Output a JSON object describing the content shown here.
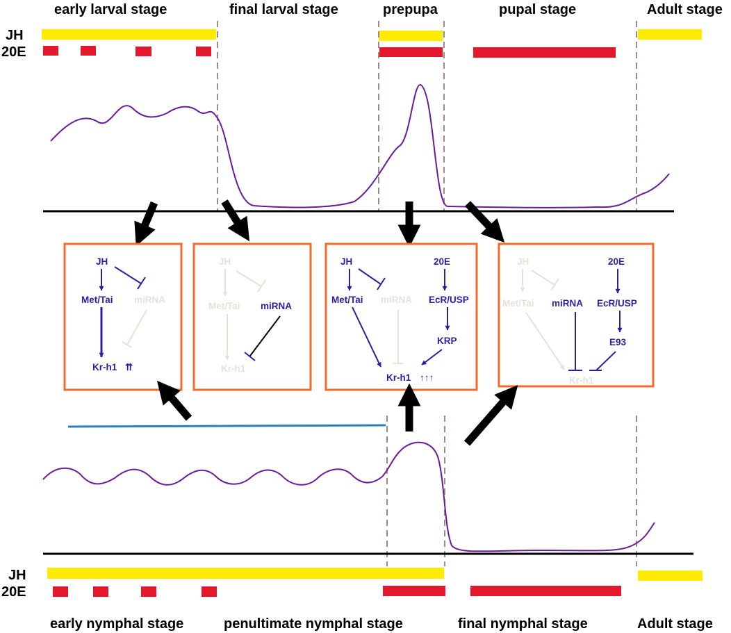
{
  "top": {
    "stages": [
      "early larval stage",
      "final larval stage",
      "prepupa",
      "pupal stage",
      "Adult stage"
    ],
    "jh_label": "JH",
    "e20_label": "20E"
  },
  "bottom": {
    "stages": [
      "early nymphal stage",
      "penultimate nymphal stage",
      "final nymphal stage",
      "Adult stage"
    ],
    "jh_label": "JH",
    "e20_label": "20E"
  },
  "boxes": [
    {
      "jh": "JH",
      "met": "Met/Tai",
      "mirna": "miRNA",
      "kr": "Kr-h1",
      "kr_arrows": "⇈"
    },
    {
      "jh": "JH",
      "met": "Met/Tai",
      "mirna": "miRNA",
      "kr": "Kr-h1"
    },
    {
      "jh": "JH",
      "met": "Met/Tai",
      "mirna": "miRNA",
      "e20": "20E",
      "ecr": "EcR/USP",
      "krp": "KRP",
      "kr": "Kr-h1",
      "kr_arrows": "↑↑↑"
    },
    {
      "jh": "JH",
      "met": "Met/Tai",
      "mirna": "miRNA",
      "e20": "20E",
      "ecr": "EcR/USP",
      "e93": "E93",
      "kr": "Kr-h1"
    }
  ],
  "colors": {
    "jh_bar": "#ffeb00",
    "e20_bar": "#e3182d",
    "curve": "#6a1a9a",
    "active": "#2b1fa0",
    "inactive": "#e4e2d9",
    "box_border": "#f26a2c",
    "divider": "#a08a80",
    "blue_line": "#2a7fc0"
  }
}
